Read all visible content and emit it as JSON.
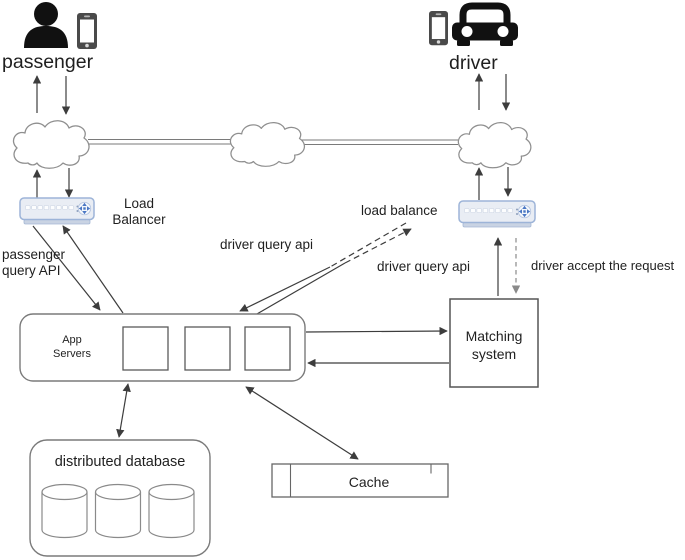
{
  "labels": {
    "passenger": "passenger",
    "driver": "driver",
    "load_balancer_left": "Load Balancer",
    "passenger_query_api": "passenger query API",
    "driver_query_api_mid": "driver query api",
    "load_balance_right": "load balance",
    "driver_query_api_right": "driver query api",
    "driver_accept_request": "driver accept the request",
    "app_servers": "App Servers",
    "matching_system": "Matching system",
    "distributed_database": "distributed database",
    "cache": "Cache"
  },
  "icons": {
    "passenger_side": [
      "person-icon",
      "smartphone-icon"
    ],
    "driver_side": [
      "smartphone-icon",
      "car-icon"
    ],
    "network": "cloud-icon",
    "load_balancer": "load-balancer-appliance-icon",
    "database": "db-cylinder-icon"
  },
  "colors": {
    "background": "#ffffff",
    "text": "#1f1f1f",
    "connector_line": "#3d3d3d",
    "dashed_line": "#8a8a8a",
    "shape_border": "#777777",
    "lb_fill": "#e9edf4",
    "lb_border": "#9db4d8",
    "lb_accent": "#4a77c4",
    "icon_black": "#111111"
  }
}
